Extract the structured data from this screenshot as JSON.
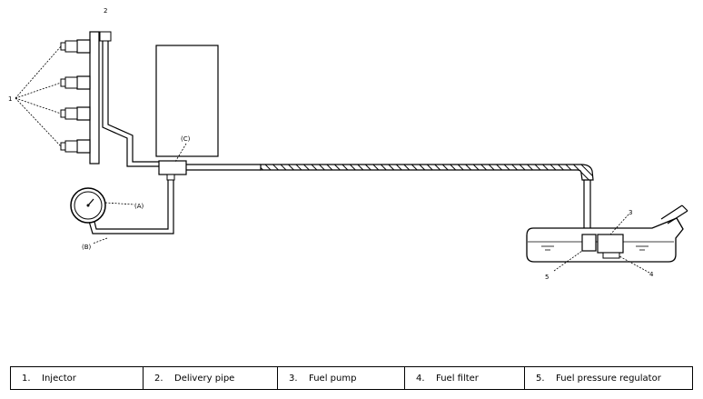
{
  "callouts": {
    "c1": "1",
    "c2": "2",
    "c3": "3",
    "c4": "4",
    "c5": "5",
    "a": "(A)",
    "b": "(B)",
    "c": "(C)"
  },
  "legend": [
    {
      "number": "1.",
      "label": "Injector"
    },
    {
      "number": "2.",
      "label": "Delivery pipe"
    },
    {
      "number": "3.",
      "label": "Fuel pump"
    },
    {
      "number": "4.",
      "label": "Fuel filter"
    },
    {
      "number": "5.",
      "label": "Fuel pressure regulator"
    }
  ]
}
